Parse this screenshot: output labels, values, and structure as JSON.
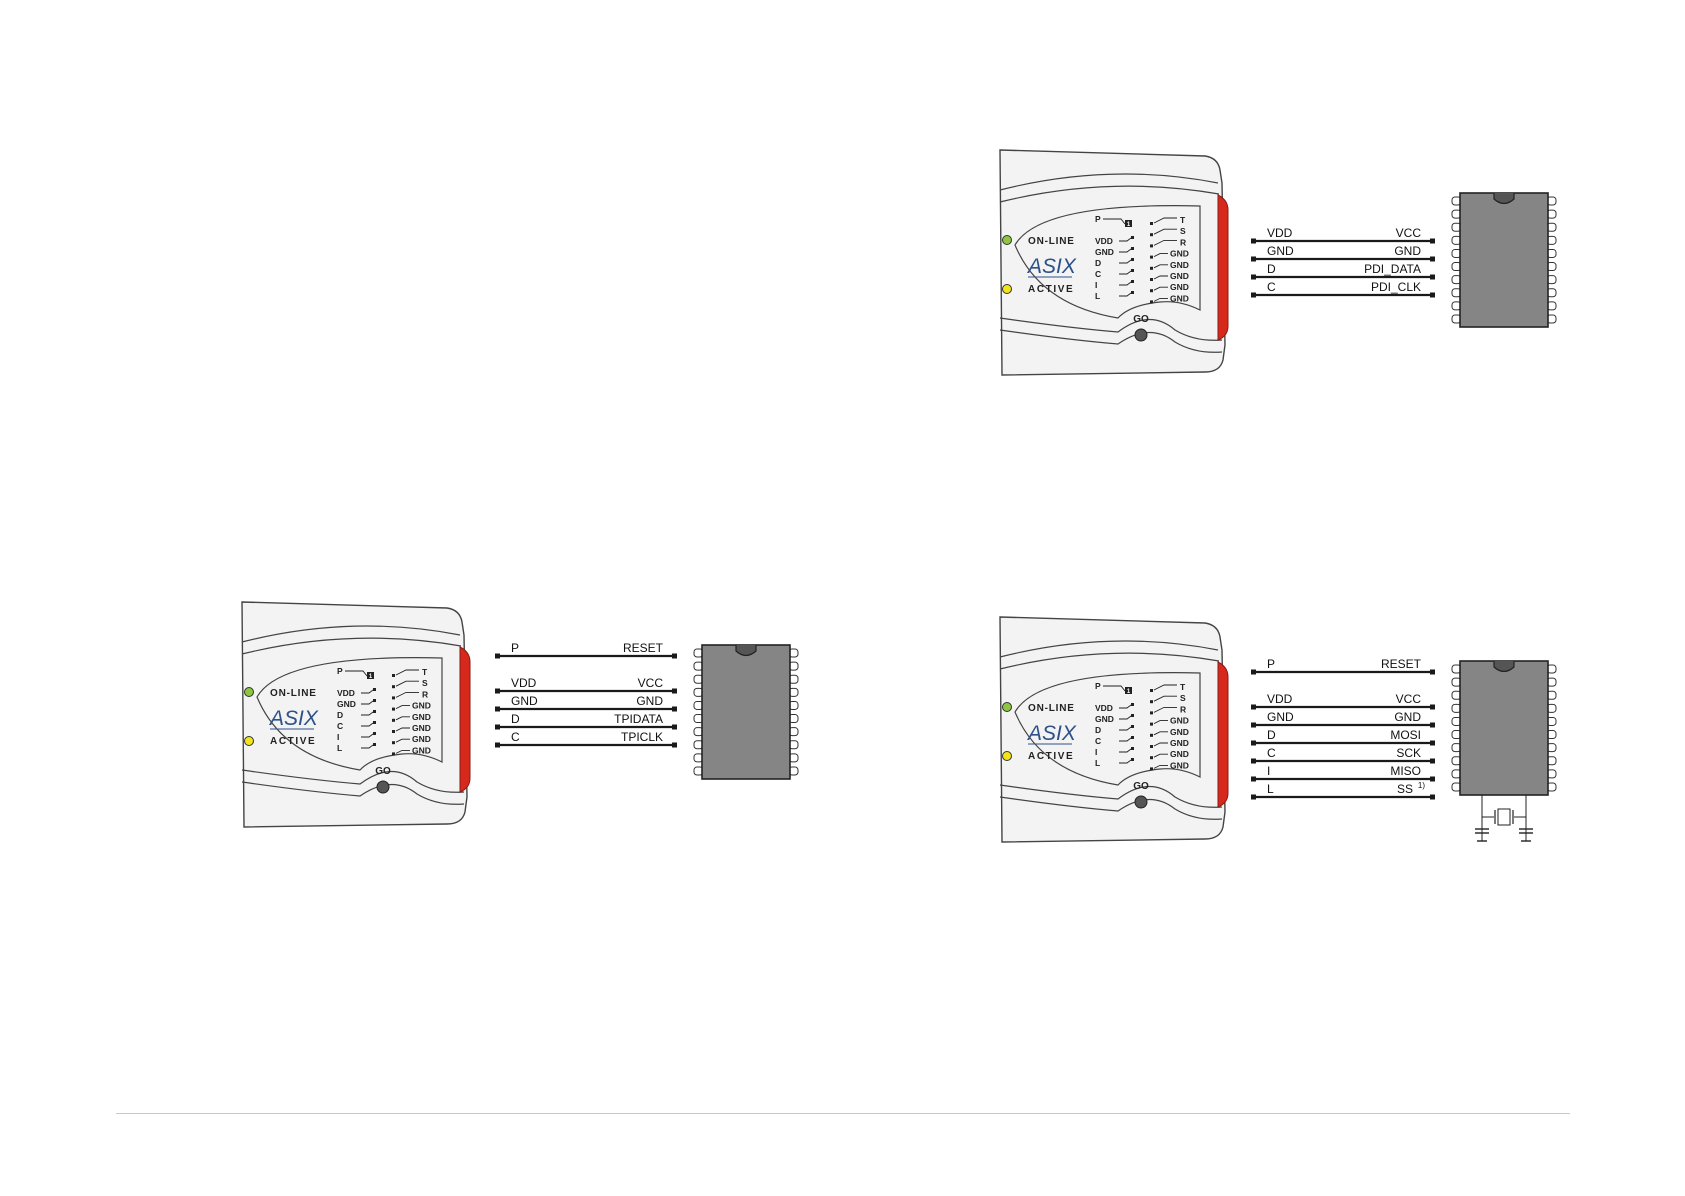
{
  "colors": {
    "device_body": "#f3f3f3",
    "device_outline": "#444444",
    "red_stripe": "#d7281c",
    "led_online": "#8dc63f",
    "led_active": "#f2e418",
    "chip_fill": "#858585",
    "wire": "#1a1a1a",
    "logo": "#2d5289"
  },
  "icons": {
    "led": "led-dot-icon",
    "go_button": "go-button-icon",
    "chip": "ic-chip-icon",
    "crystal": "crystal-icon",
    "capacitor": "capacitor-icon"
  },
  "device": {
    "online_label": "ON-LINE",
    "active_label": "ACTIVE",
    "logo_text": "ASIX",
    "go_label": "GO",
    "switch_label": "1",
    "left_pins": [
      "P",
      "VDD",
      "GND",
      "D",
      "C",
      "I",
      "L"
    ],
    "right_pins": [
      "T",
      "S",
      "R",
      "GND",
      "GND",
      "GND",
      "GND",
      "GND"
    ]
  },
  "diagrams": [
    {
      "id": "pdi",
      "wires": [
        {
          "left": "VDD",
          "right": "VCC"
        },
        {
          "left": "GND",
          "right": "GND"
        },
        {
          "left": "D",
          "right": "PDI_DATA"
        },
        {
          "left": "C",
          "right": "PDI_CLK"
        }
      ],
      "crystal": false
    },
    {
      "id": "tpi",
      "wires": [
        {
          "left": "P",
          "right": "RESET",
          "gap_after": true
        },
        {
          "left": "VDD",
          "right": "VCC"
        },
        {
          "left": "GND",
          "right": "GND"
        },
        {
          "left": "D",
          "right": "TPIDATA"
        },
        {
          "left": "C",
          "right": "TPICLK"
        }
      ],
      "crystal": false
    },
    {
      "id": "spi",
      "wires": [
        {
          "left": "P",
          "right": "RESET",
          "gap_after": true
        },
        {
          "left": "VDD",
          "right": "VCC"
        },
        {
          "left": "GND",
          "right": "GND"
        },
        {
          "left": "D",
          "right": "MOSI"
        },
        {
          "left": "C",
          "right": "SCK"
        },
        {
          "left": "I",
          "right": "MISO"
        },
        {
          "left": "L",
          "right": "SS",
          "sup": "1)"
        }
      ],
      "crystal": true
    }
  ]
}
